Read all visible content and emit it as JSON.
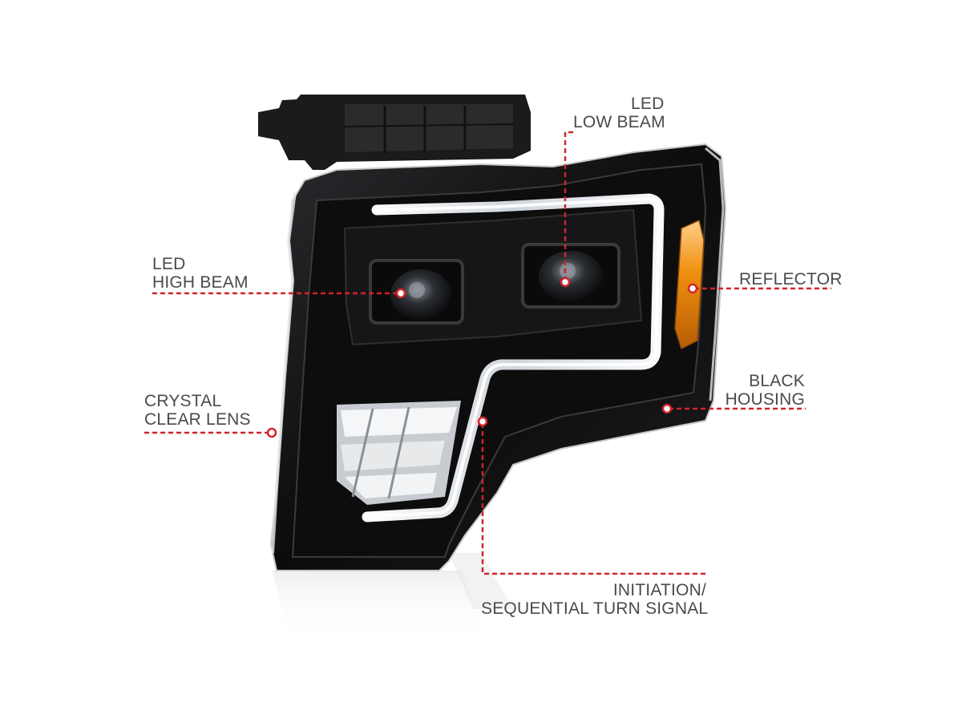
{
  "image": {
    "subject": "headlight-assembly",
    "accent_color": "#d3232a",
    "housing_color": "#0f0f10",
    "drl_bar_color": "#f4f6f8",
    "reflector_color": "#e8820c"
  },
  "callouts": {
    "led_low_beam": {
      "line1": "LED",
      "line2": "LOW BEAM"
    },
    "led_high_beam": {
      "line1": "LED",
      "line2": "HIGH BEAM"
    },
    "reflector": {
      "line1": "REFLECTOR"
    },
    "black_housing": {
      "line1": "BLACK",
      "line2": "HOUSING"
    },
    "crystal_clear_lens": {
      "line1": "CRYSTAL",
      "line2": "CLEAR LENS"
    },
    "turn_signal": {
      "line1": "INITIATION/",
      "line2": "SEQUENTIAL TURN SIGNAL"
    }
  }
}
